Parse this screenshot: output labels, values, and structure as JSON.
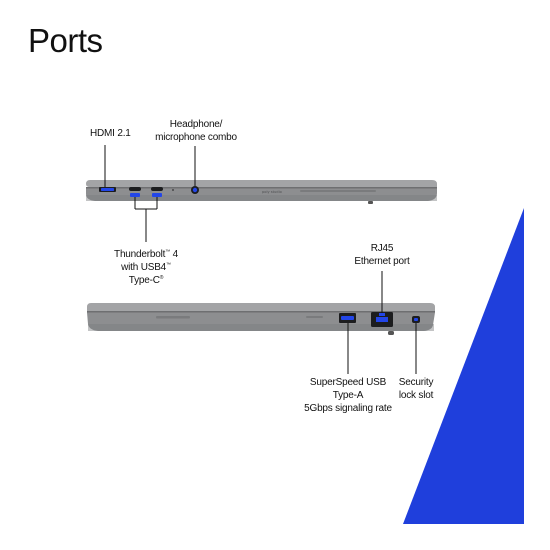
{
  "page": {
    "title": "Ports",
    "accent_color": "#1f3fdc",
    "marker_color": "#2346e8",
    "laptop_color": "#8f9092"
  },
  "laptop_left": {
    "brand": "poly studio",
    "labels": {
      "hdmi": "HDMI 2.1",
      "headphone_line1": "Headphone/",
      "headphone_line2": "microphone combo",
      "thunderbolt_line1": "Thunderbolt",
      "thunderbolt_tm": "™",
      "thunderbolt_line1_suffix": " 4",
      "thunderbolt_line2": "with USB4",
      "thunderbolt_line2_tm": "™",
      "thunderbolt_line3": "Type-C",
      "thunderbolt_line3_tm": "®"
    }
  },
  "laptop_right": {
    "labels": {
      "rj45_line1": "RJ45",
      "rj45_line2": "Ethernet port",
      "usb_line1": "SuperSpeed USB",
      "usb_line2": "Type-A",
      "usb_line3": "5Gbps signaling rate",
      "lock_line1": "Security",
      "lock_line2": "lock slot"
    }
  }
}
